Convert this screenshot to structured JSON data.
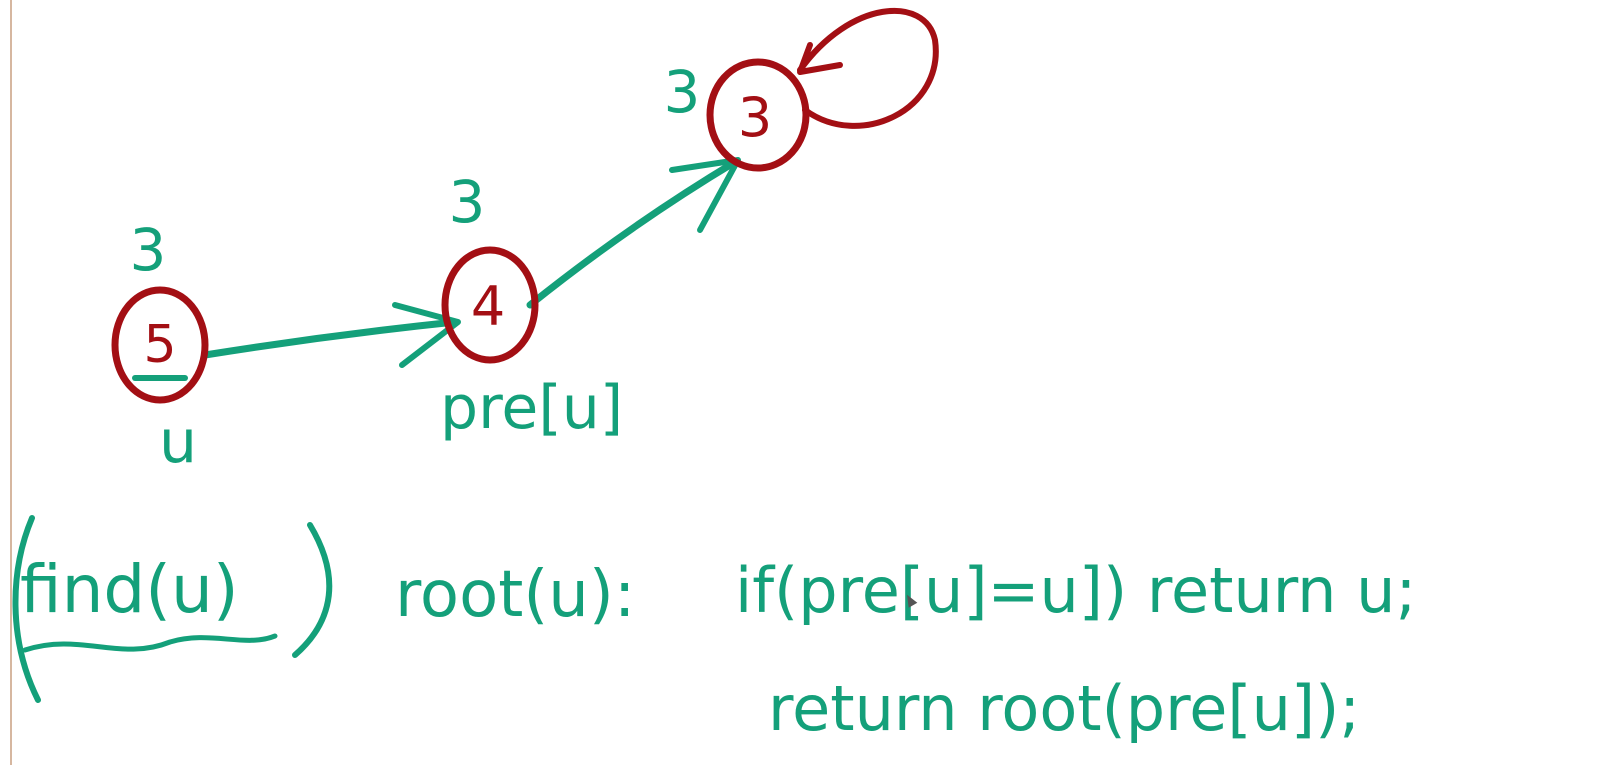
{
  "colors": {
    "ink": "#14a07a",
    "node": "#a30f14"
  },
  "nodes": [
    {
      "id": "n5",
      "label": "5",
      "rank": "3",
      "tag": "u"
    },
    {
      "id": "n4",
      "label": "4",
      "rank": "3",
      "tag": "pre[u]"
    },
    {
      "id": "n3",
      "label": "3",
      "rank": "3",
      "tag": ""
    }
  ],
  "code": {
    "func_name": "find(u)",
    "signature": "root(u):",
    "line1": "if(pre[u]=u]) return u;",
    "line2": "return root(pre[u]);"
  }
}
